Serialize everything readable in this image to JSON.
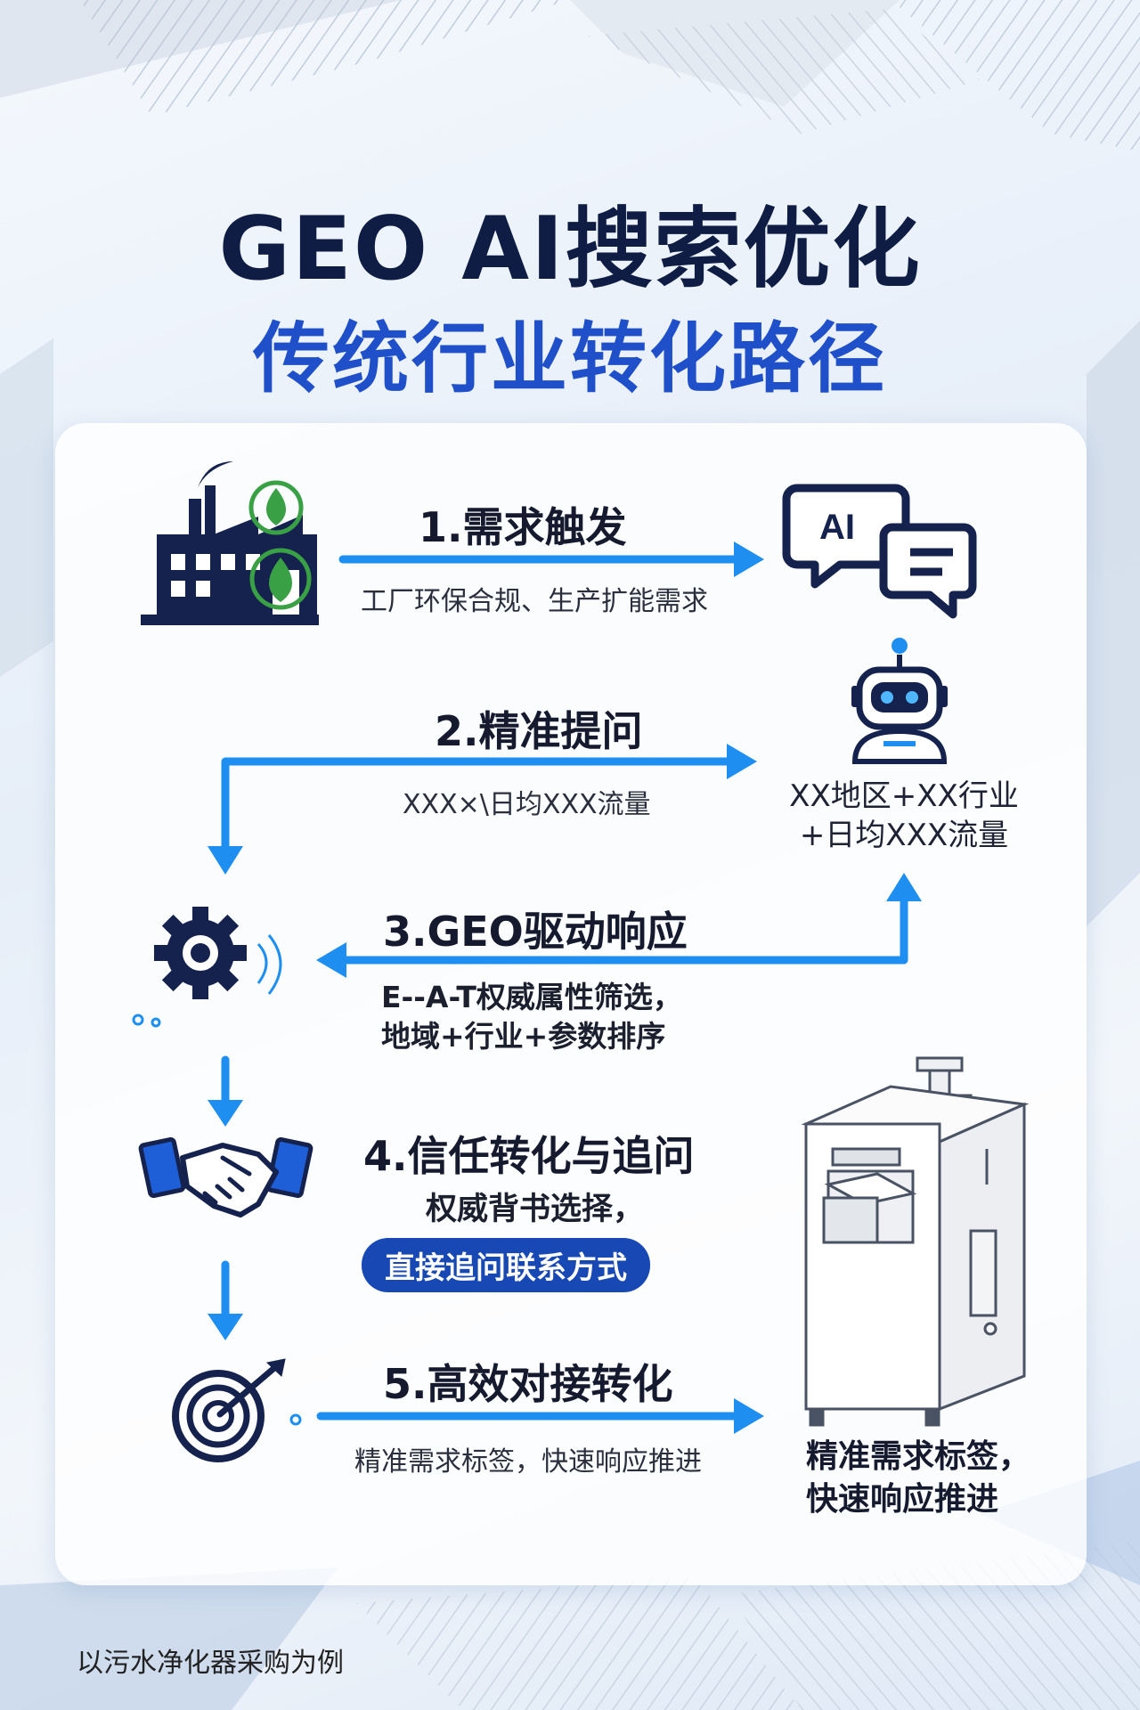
{
  "title": "GEO AI搜索优化",
  "subtitle": "传统行业转化路径",
  "steps": [
    {
      "title": "1.需求触发",
      "desc": "工厂环保合规、生产扩能需求"
    },
    {
      "title": "2.精准提问",
      "desc": "XXX×\\日均XXX流量"
    },
    {
      "title": "3.GEO驱动响应",
      "desc_line1": "E--A-T权威属性筛选，",
      "desc_line2": "地域+行业+参数排序"
    },
    {
      "title": "4.信任转化与追问",
      "desc": "权威背书选择，",
      "highlight": "直接追问联系方式"
    },
    {
      "title": "5.高效对接转化",
      "desc": "精准需求标签，快速响应推进"
    }
  ],
  "ai_bubble_text": "AI",
  "robot_label": {
    "line1": "XX地区+XX行业",
    "line2": "+日均XXX流量"
  },
  "machine_label": {
    "line1": "精准需求标签，",
    "line2": "快速响应推进"
  },
  "footer": "以污水净化器采购为例",
  "colors": {
    "arrow": "#1e8ff0",
    "title_dark": "#0f1d44",
    "subtitle_blue": "#1f4fc9",
    "icon_navy": "#15224d",
    "pill": "#1748b4",
    "leaf_green": "#3aa046"
  },
  "icons": [
    "factory-icon",
    "leaf-badge-icon",
    "ai-chat-icon",
    "robot-icon",
    "gear-icon",
    "handshake-icon",
    "target-icon",
    "purifier-machine-illustration"
  ]
}
